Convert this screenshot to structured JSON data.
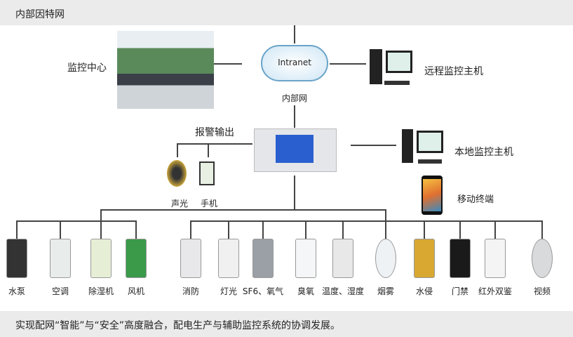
{
  "header": {
    "title": "内部因特网"
  },
  "network": {
    "cloud_text": "Intranet",
    "cloud_label": "内部网"
  },
  "nodes": {
    "monitor_center": "监控中心",
    "remote_host": "远程监控主机",
    "local_host": "本地监控主机",
    "mobile": "移动终端",
    "alarm_output": "报警输出",
    "alarm_items": [
      "声光",
      "手机"
    ]
  },
  "devices_left": [
    "水泵",
    "空调",
    "除湿机",
    "风机"
  ],
  "devices_right": [
    "消防",
    "灯光",
    "SF6、氧气",
    "臭氧",
    "温度、湿度",
    "烟雾",
    "水侵",
    "门禁",
    "红外双鉴",
    "视频"
  ],
  "footer": {
    "text": "实现配网“智能”与“安全”高度融合，配电生产与辅助监控系统的协调发展。"
  }
}
